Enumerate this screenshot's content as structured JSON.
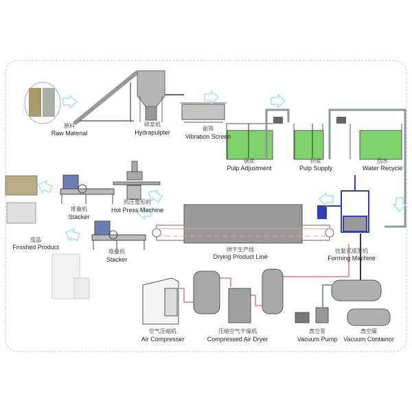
{
  "colors": {
    "arrow": "#9fe3ec",
    "pulp": "#7ed36a",
    "pipe": "#8a9a96",
    "air_pipe": "#e89a9a",
    "forming_frame": "#2d3fb8",
    "machine": "#9a9a9a"
  },
  "stations": {
    "raw_material": {
      "cn": "原料",
      "en": "Raw Material"
    },
    "hydrapulpter": {
      "cn": "碎浆机",
      "en": "Hydrapulpter"
    },
    "vibration_screen": {
      "cn": "振筛",
      "en": "Vibration Screen"
    },
    "pulp_adjustment": {
      "cn": "调浆",
      "en": "Pulp Adjustment"
    },
    "pulp_supply": {
      "cn": "供浆",
      "en": "Pulp Supply"
    },
    "water_recycle": {
      "cn": "回水",
      "en": "Water Recycle"
    },
    "forming_machine": {
      "cn": "往复式成型机",
      "en": "Forming Machine"
    },
    "drying_line": {
      "cn": "烘干生产线",
      "en": "Drying Product Line"
    },
    "hot_press": {
      "cn": "热压整形机",
      "en": "Hot Press Machine"
    },
    "stacker_top": {
      "cn": "堆叠机",
      "en": "Stacker"
    },
    "stacker_bottom": {
      "cn": "堆叠机",
      "en": "Stacker"
    },
    "finished_product": {
      "cn": "成品",
      "en": "Finished Product"
    },
    "air_compressor": {
      "cn": "空气压缩机",
      "en": "Air Compresser"
    },
    "air_dryer": {
      "cn": "压缩空气干燥机",
      "en": "Compressed Air Dryer"
    },
    "vacuum_pump": {
      "cn": "真空泵",
      "en": "Vacuum Pump"
    },
    "vacuum_container": {
      "cn": "真空罐",
      "en": "Vacuum Containor"
    }
  }
}
